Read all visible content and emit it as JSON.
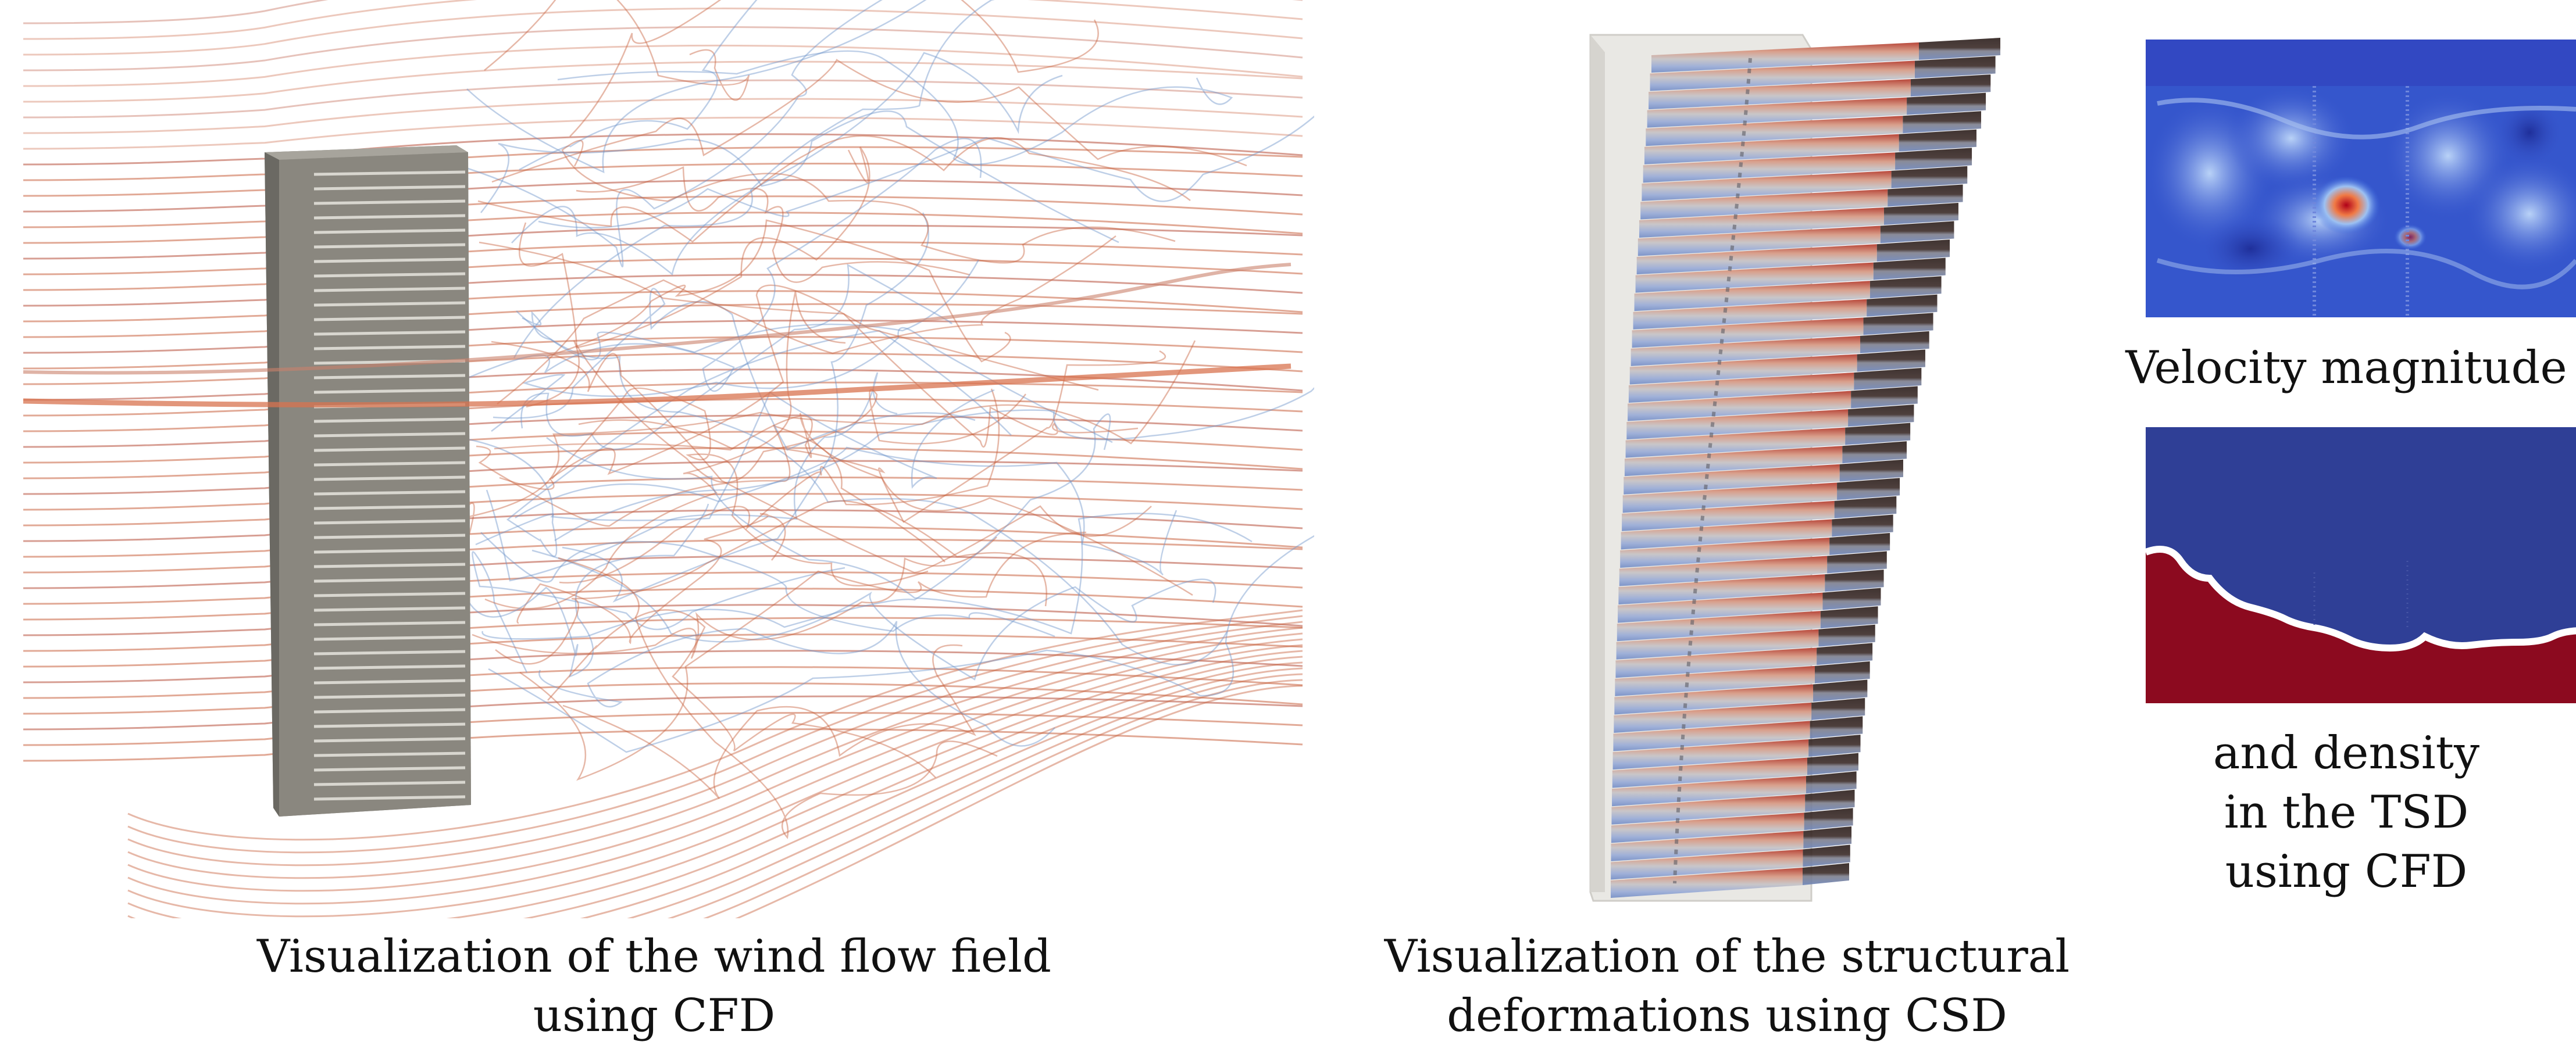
{
  "panels": {
    "cfd_flow": {
      "caption_lines": [
        "Visualization of the wind flow field",
        "using CFD"
      ]
    },
    "csd_deformation": {
      "caption_lines": [
        "Visualization of the  structural",
        "deformations using CSD"
      ]
    },
    "tsd": {
      "velocity_label": "Velocity magnitude",
      "density_caption_lines": [
        "and density",
        "in the TSD",
        "using CFD"
      ]
    }
  },
  "colors": {
    "streamline_warm": "#c8623f",
    "streamline_cool": "#6f95c9",
    "building_grey": "#8f8c84",
    "deform_top": "#b8473a",
    "deform_tip": "#2a1d1a",
    "deform_bottom": "#7e95c9",
    "field_blue": "#2f3f96",
    "density_red": "#8c0a1f"
  }
}
